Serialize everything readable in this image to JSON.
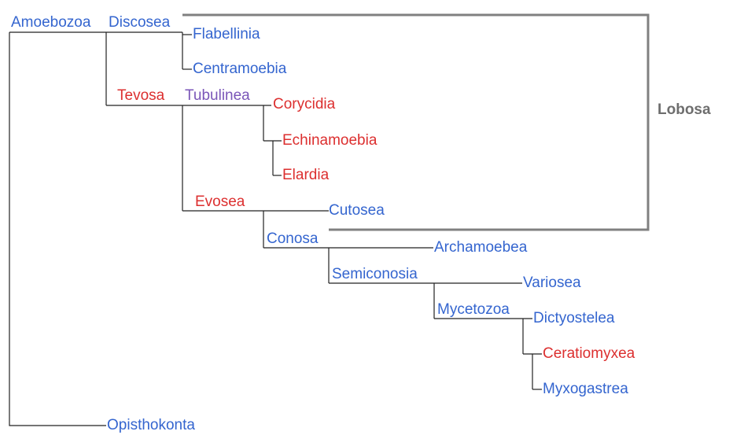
{
  "colors": {
    "blue": "#3465cf",
    "red": "#dc2f2f",
    "purple": "#7a56b8",
    "line": "#222222",
    "box": "#808080"
  },
  "group_label": "Lobosa",
  "nodes": {
    "amoebozoa": "Amoebozoa",
    "discosea": "Discosea",
    "flabellinia": "Flabellinia",
    "centramoebia": "Centramoebia",
    "tevosa": "Tevosa",
    "tubulinea": "Tubulinea",
    "corycidia": "Corycidia",
    "echinamoebia": "Echinamoebia",
    "elardia": "Elardia",
    "evosea": "Evosea",
    "cutosea": "Cutosea",
    "conosa": "Conosa",
    "archamoebea": "Archamoebea",
    "semiconosia": "Semiconosia",
    "variosea": "Variosea",
    "mycetozoa": "Mycetozoa",
    "dictyostelea": "Dictyostelea",
    "ceratiomyxea": "Ceratiomyxea",
    "myxogastrea": "Myxogastrea",
    "opisthokonta": "Opisthokonta"
  }
}
